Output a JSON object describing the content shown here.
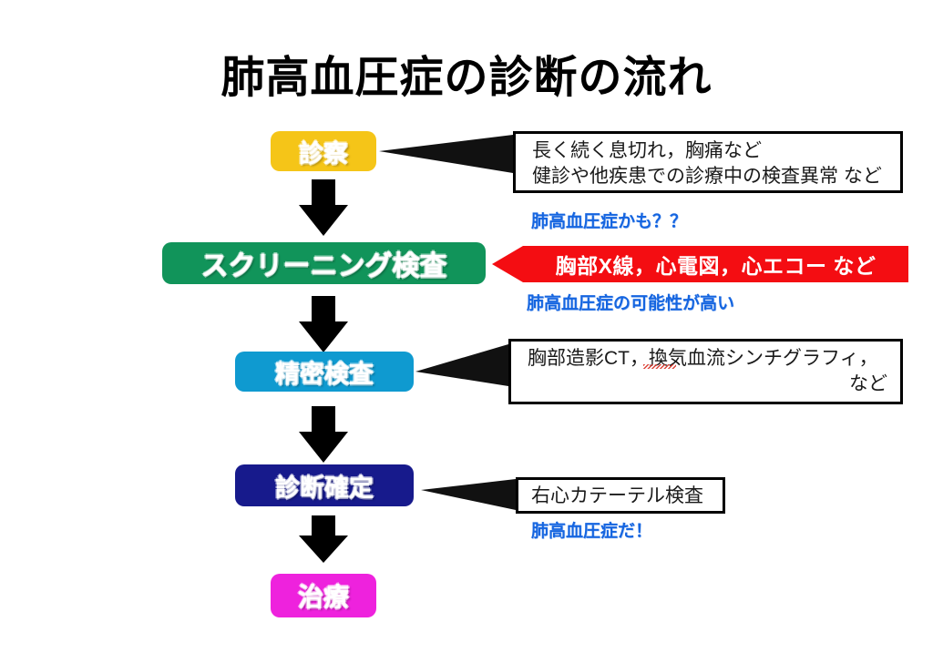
{
  "title": "肺高血圧症の診断の流れ",
  "colors": {
    "stage_exam": "#f5c518",
    "stage_screening": "#11945a",
    "stage_detailed": "#0f9ad0",
    "stage_confirmed": "#171a8c",
    "stage_treatment": "#ee22dd",
    "banner_red": "#f40d12",
    "note_blue": "#1565e0",
    "arrow_black": "#000000",
    "callout_border": "#000000",
    "background": "#ffffff"
  },
  "stages": [
    {
      "id": "shinsatsu",
      "label": "診察"
    },
    {
      "id": "screening",
      "label": "スクリーニング検査"
    },
    {
      "id": "seimitsu",
      "label": "精密検査"
    },
    {
      "id": "kakutei",
      "label": "診断確定"
    },
    {
      "id": "chiryo",
      "label": "治療"
    }
  ],
  "callouts": {
    "symptoms": {
      "line1": "長く続く息切れ，胸痛など",
      "line2": "健診や他疾患での診療中の検査異常 など"
    },
    "detailed": {
      "line1": "胸部造影CT，換気血流シンチグラフィ，",
      "line2": "など"
    },
    "catheter": {
      "line1": "右心カテーテル検査"
    }
  },
  "banner": {
    "screening_tests": "胸部X線，心電図，心エコー など"
  },
  "notes": {
    "maybe": "肺高血圧症かも？？",
    "likely": "肺高血圧症の可能性が高い",
    "confirmed": "肺高血圧症だ！"
  }
}
